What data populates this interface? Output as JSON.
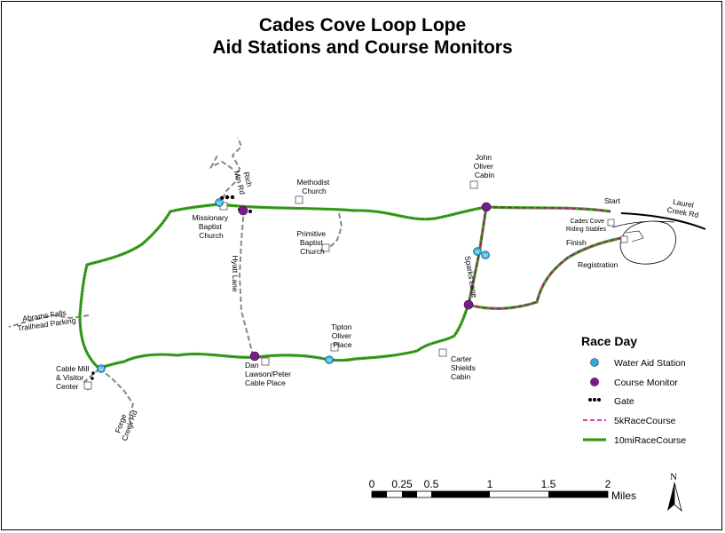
{
  "title": {
    "line1": "Cades Cove Loop Lope",
    "line2": "Aid Stations and Course Monitors"
  },
  "colors": {
    "course_10mi": "#3ca31e",
    "course_5k": "#c4008a",
    "monitor": "#7a1a8a",
    "water": "#2fa8d8",
    "road": "#000000",
    "trail": "#808080"
  },
  "labels": {
    "missionary": [
      "Missionary",
      "Baptist",
      "Church"
    ],
    "methodist": [
      "Methodist",
      "Church"
    ],
    "primitive": [
      "Primitive",
      "Baptist",
      "Church"
    ],
    "john_oliver": [
      "John",
      "Oliver",
      "Cabin"
    ],
    "start": "Start",
    "riding": [
      "Cades Cove",
      "Riding Stables"
    ],
    "finish": "Finish",
    "registration": "Registration",
    "abrams": [
      "Abrams Falls",
      "Trailhead Parking"
    ],
    "cable_mill": [
      "Cable Mill",
      "& Visitor",
      "Center"
    ],
    "dan_lawson": [
      "Dan",
      "Lawson/Peter",
      "Cable Place"
    ],
    "tipton": [
      "Tipton",
      "Oliver",
      "Place"
    ],
    "carter": [
      "Carter",
      "Shields",
      "Cabin"
    ],
    "rich_mtn_rd": [
      "Rich",
      "Mtn Rd"
    ],
    "hyatt_lane": "Hyatt Lane",
    "sparks_lane": "Sparks Lane",
    "forge_creek_rd": [
      "Forge",
      "Creek Rd"
    ],
    "laurel_creek_rd": [
      "Laurel",
      "Creek Rd"
    ]
  },
  "legend": {
    "title": "Race Day",
    "items": [
      {
        "label": "Water Aid Station",
        "icon": "water-aid-icon"
      },
      {
        "label": "Course Monitor",
        "icon": "course-monitor-icon"
      },
      {
        "label": "Gate",
        "icon": "gate-icon"
      },
      {
        "label": "5kRaceCourse",
        "icon": "5k-course-line"
      },
      {
        "label": "10miRaceCourse",
        "icon": "10mi-course-line"
      }
    ]
  },
  "water_symbol": "W",
  "scale_bar": {
    "ticks": [
      "0",
      "0.25",
      "0.5",
      "1",
      "1.5",
      "2"
    ],
    "unit": "Miles"
  },
  "north_arrow": "N"
}
